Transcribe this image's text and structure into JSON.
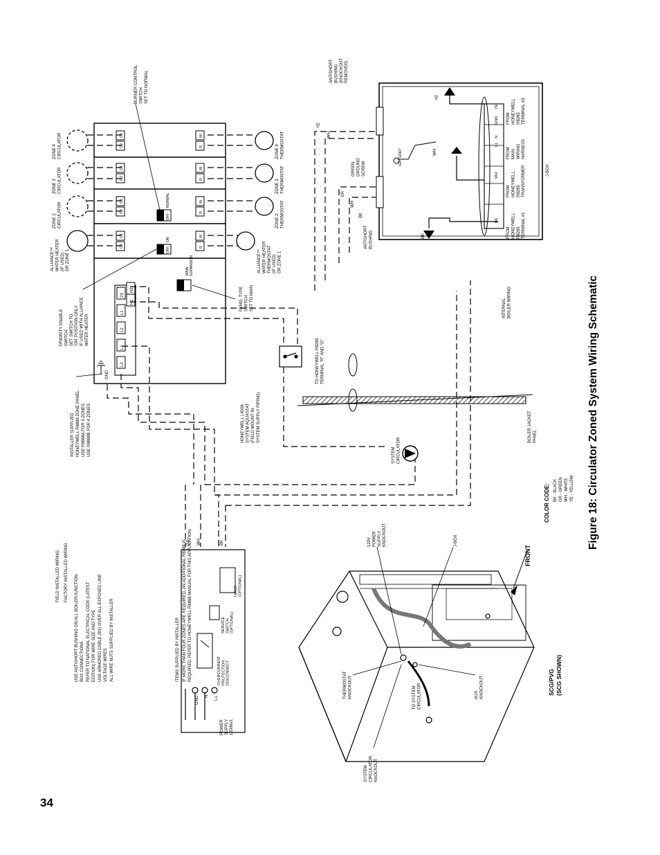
{
  "page_number": "34",
  "figure_caption": "Figure 18:  Circulator Zoned System Wiring Schematic",
  "legend": {
    "field_installed": "FIELD INSTALLED WIRING",
    "factory_installed": "FACTORY INSTALLED WIRING"
  },
  "notes": [
    "USE ANTISHORT BUSHING ON ALL BOILER/JUNCTION BOX CONNECTIONS",
    "REFER TO NATIONAL ELECTRICAL CODE (LATEST EDITION) FOR WIRE SIZE AND TYPE",
    "USE ARMORED CABLE (BX) OVER ALL EXPOSED LINE VOLTAGE WIRES",
    "ALL WIRE NUTS SUPPLIED BY INSTALLER",
    "IF MORE THAN FOUR ZONES ARE REQUIRED, AN ADDITIONAL R8888 IS REQUIRED, REFER TO HONEYWELL R8888 MANUAL FOR THIS APPLICATION."
  ],
  "items_supplied": "ITEMS SUPPLIED BY INSTALLER",
  "power_supply": [
    "POWER",
    "SUPPLY",
    "120/60/1"
  ],
  "terminals": {
    "gnd": "GND",
    "n": "N",
    "l1": "L1"
  },
  "overcurrent": [
    "OVERCURRENT",
    "PROTECTION",
    "DISCONNECT"
  ],
  "service_switch": [
    "SERVICE",
    "SWITCH",
    "(OPTIONAL)"
  ],
  "lwco": [
    "LWCO",
    "(OPTIONAL)"
  ],
  "wire_labels": {
    "gr": "GR",
    "wh": "WH",
    "bk": "BK",
    "ye": "YE"
  },
  "installer_panel": [
    "INSTALLER SUPPLIED",
    "HONEYWELL R8888 ZONE PANEL",
    "USE R8888A FOR 3 ZONES",
    "USE R8888B FOR 4 ZONES"
  ],
  "panel_terminals": [
    "L2",
    "L1",
    "L2",
    "L1",
    "2X",
    "H1",
    "H2"
  ],
  "panel_gnd": "GND",
  "priority_switch": [
    "PRIORITY ENABLE",
    "SWITCH",
    "SET SWITCH TO",
    "'ON' POSITION ONLY",
    "IF USED WITH ALLIANCE",
    "WATER HEATER"
  ],
  "panel_type_switch": [
    "PANEL TYPE",
    "SWITCH",
    "SET TO MAIN"
  ],
  "main_expansion": [
    "MAIN",
    "EXPANSION"
  ],
  "burner_control": [
    "BURNER CONTROL",
    "SWITCH",
    "SET TO NORMAL"
  ],
  "switch_on_off": [
    "ON",
    "OFF"
  ],
  "switch_normal_off": [
    "NORMAL",
    "OFF"
  ],
  "zone_c_terminals": [
    "C2",
    "C1"
  ],
  "zone_t_terminals": [
    "R",
    "W"
  ],
  "zone_circulators": [
    [
      "ALLIANCE™",
      "WATER HEATER",
      "(IF USED)",
      "OR ZONE 1"
    ],
    [
      "ZONE 2",
      "CIRCULATOR"
    ],
    [
      "ZONE 3",
      "CIRCULATOR"
    ],
    [
      "ZONE 4",
      "CIRCULATOR"
    ]
  ],
  "zone_thermostats": [
    [
      "ALLIANCE™",
      "WATER HEATER",
      "THERMOSTAT",
      "(IF USED)",
      "OR ZONE 1"
    ],
    [
      "ZONE 2",
      "THERMOSTAT"
    ],
    [
      "ZONE 3",
      "THERMOSTAT"
    ],
    [
      "ZONE 4",
      "THERMOSTAT"
    ]
  ],
  "aquastat": [
    "HONEYWELL L4006",
    "SYSTEM AQUASTAT",
    "(FIELD MOUNT IN",
    "SYSTEM SUPPLY PIPING)"
  ],
  "to_honeywell": [
    "TO HONEYWELL R8285",
    "TERMINAL \"R\" AND \"G\""
  ],
  "system_circulator": [
    "SYSTEM",
    "CIRCULATOR"
  ],
  "boiler_jacket": [
    "BOILER JACKET",
    "PANEL"
  ],
  "color_code": {
    "title": "COLOR CODE:",
    "items": [
      "BK - BLACK",
      "GR - GREEN",
      "WH - WHITE",
      "YE - YELLOW"
    ]
  },
  "antishort_knockout": [
    "ANTISHORT",
    "BUSHING",
    "(KNOCKOUT",
    "REMOVED)"
  ],
  "antishort_bushing": [
    "ANTISHORT",
    "BUSHING"
  ],
  "green_ground": [
    "GREEN",
    "GROUND",
    "SCREW"
  ],
  "gr_gnd": "GR \"GND\"",
  "jbox_terminals": [
    "BK",
    "WH",
    "L1",
    "N",
    "GND",
    "YE"
  ],
  "jbox_from": [
    [
      "FROM",
      "HONEYWELL",
      "R8285",
      "TERMINAL #1"
    ],
    [
      "FROM",
      "HONEYWELL",
      "R8285",
      "TRANSFORMER"
    ],
    [
      "FROM",
      "MAIN",
      "WIRING",
      "HARNESS"
    ],
    [
      "FROM",
      "HONEYWELL",
      "R8285",
      "TERMINAL #3"
    ]
  ],
  "jbox_label": "J-BOX",
  "internal_wiring": [
    "INTERNAL",
    "BOILER WIRING"
  ],
  "boiler_labels": {
    "power_knockout": [
      "120V",
      "POWER",
      "SUPPLY",
      "KNOCKOUT"
    ],
    "jbox": "J-BOX",
    "front": "FRONT",
    "thermostat_knockout": [
      "THERMOSTAT",
      "KNOCKOUT"
    ],
    "to_system_circulator": [
      "TO SYSTEM",
      "CIRCULATOR"
    ],
    "aux_knockout": [
      "AUX.",
      "KNOCKOUT"
    ],
    "system_circ_knockout": [
      "SYSTEM",
      "CIRCULATOR",
      "KNOCKOUT"
    ],
    "model": [
      "SCG/PVG",
      "(SCG SHOWN)"
    ]
  }
}
